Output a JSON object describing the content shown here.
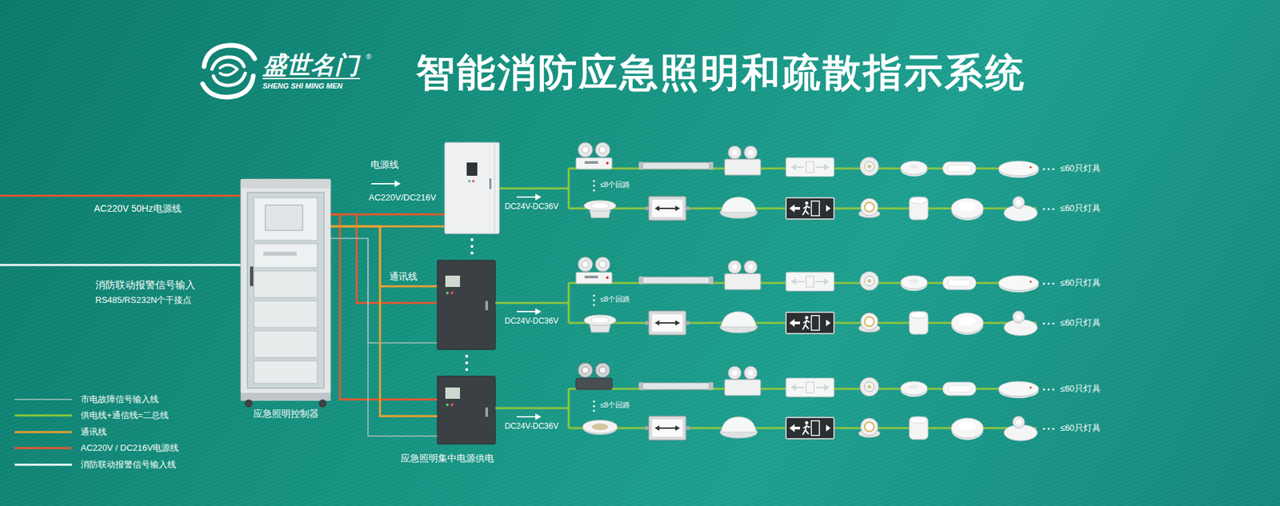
{
  "diagram": {
    "title": "智能消防应急照明和疏散指示系统",
    "nodes": [
      {
        "text": [
          "应急照明控制器"
        ]
      },
      {
        "text": [
          "应急照明集中电源供电"
        ]
      }
    ],
    "edges": [
      {
        "from": 0,
        "to": 1,
        "arrow": "none"
      },
      {
        "from": 0,
        "to": 1,
        "arrow": "none"
      },
      {
        "from": 0,
        "to": 1,
        "arrow": "none"
      }
    ],
    "labels": [
      "盛世名门",
      "SHENG SHI MING MEN",
      "®",
      "AC220V 50Hz电源线",
      "消防联动报警信号输入",
      "RS485/RS232N个干接点",
      "电源线",
      "AC220V/DC216V",
      "通讯线",
      "DC24V-DC36V",
      "≤8个回路",
      "≤60只灯具",
      "≤60只灯具",
      "DC24V-DC36V",
      "≤8个回路",
      "≤60只灯具",
      "≤60只灯具",
      "DC24V-DC36V",
      "≤8个回路",
      "≤60只灯具",
      "≤60只灯具"
    ],
    "legend": [
      {
        "text": "市电故障信号输入线"
      },
      {
        "text": "供电线+通信线=二总线"
      },
      {
        "text": "通讯线"
      },
      {
        "text": "AC220V / DC216V电源线"
      },
      {
        "text": "消防联动报警信号输入线"
      }
    ]
  }
}
